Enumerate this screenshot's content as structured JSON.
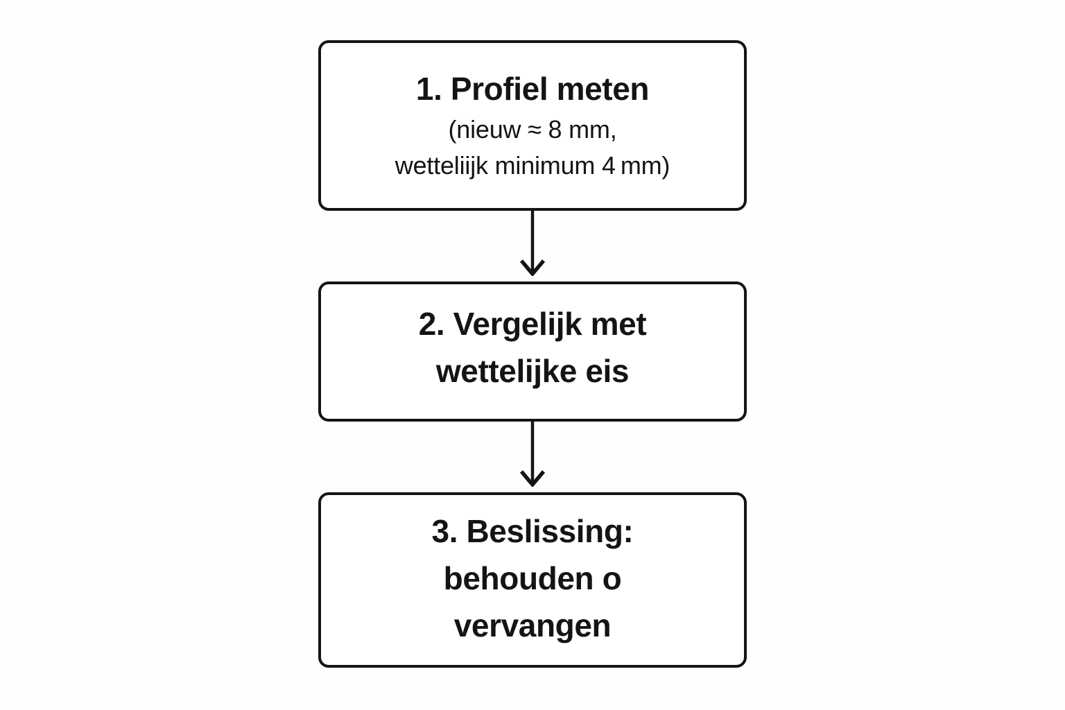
{
  "diagram": {
    "type": "flowchart",
    "orientation": "vertical",
    "language": "nl",
    "background_color": "#fefefe",
    "stroke_color": "#141414",
    "text_color": "#141414",
    "nodes": [
      {
        "id": "step-1",
        "title": "1. Profiel meten",
        "sub_line_1": "(nieuw ≈ 8 mm,",
        "sub_line_2": "wetteliijk minimum 4 mm)"
      },
      {
        "id": "step-2",
        "line_1": "2. Vergelijk met",
        "line_2": "wettelijke eis"
      },
      {
        "id": "step-3",
        "line_1": "3. Beslissing:",
        "line_2": "behouden o",
        "line_3": "vervangen"
      }
    ],
    "connectors": [
      {
        "id": "connector-1",
        "from": "step-1",
        "to": "step-2",
        "style": "arrow-down"
      },
      {
        "id": "connector-2",
        "from": "step-2",
        "to": "step-3",
        "style": "arrow-down"
      }
    ]
  }
}
